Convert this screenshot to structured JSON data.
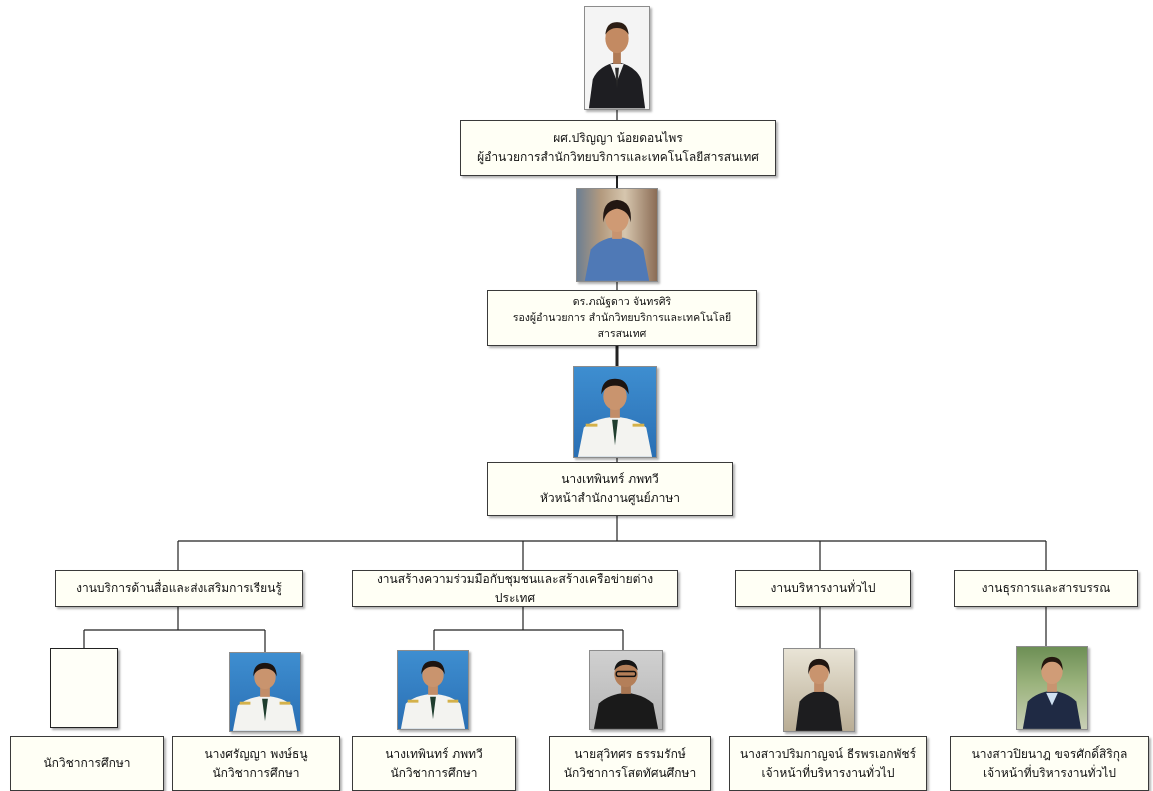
{
  "director": {
    "name": "ผศ.ปริญญา น้อยดอนไพร",
    "title": "ผู้อำนวยการสำนักวิทยบริการและเทคโนโลยีสารสนเทศ"
  },
  "deputy": {
    "name": "ดร.ภณัฐดาว จันทรศิริ",
    "title": "รองผู้อำนวยการ สำนักวิทยบริการและเทคโนโลยีสารสนเทศ"
  },
  "head": {
    "name": "นางเทพินทร์ ภพทวี",
    "title": "หัวหน้าสำนักงานศูนย์ภาษา"
  },
  "units": [
    {
      "label": "งานบริการด้านสื่อและส่งเสริมการเรียนรู้"
    },
    {
      "label": "งานสร้างความร่วมมือกับชุมชนและสร้างเครือข่ายต่างประเทศ"
    },
    {
      "label": "งานบริหารงานทั่วไป"
    },
    {
      "label": "งานธุรการและสารบรรณ"
    }
  ],
  "staff": [
    {
      "name": "",
      "title": "นักวิชาการศึกษา"
    },
    {
      "name": "นางศรัญญา พงษ์ธนู",
      "title": "นักวิชาการศึกษา"
    },
    {
      "name": "นางเทพินทร์ ภพทวี",
      "title": "นักวิชาการศึกษา"
    },
    {
      "name": "นายสุวิทศร ธรรมรักษ์",
      "title": "นักวิชาการโสตทัศนศึกษา"
    },
    {
      "name": "นางสาวปริมกาญจน์ ธีรพรเอกพัชร์",
      "title": "เจ้าหน้าที่บริหารงานทั่วไป"
    },
    {
      "name": "นางสาวปิยนาฎ ขจรศักดิ์สิริกุล",
      "title": "เจ้าหน้าที่บริหารงานทั่วไป"
    }
  ]
}
